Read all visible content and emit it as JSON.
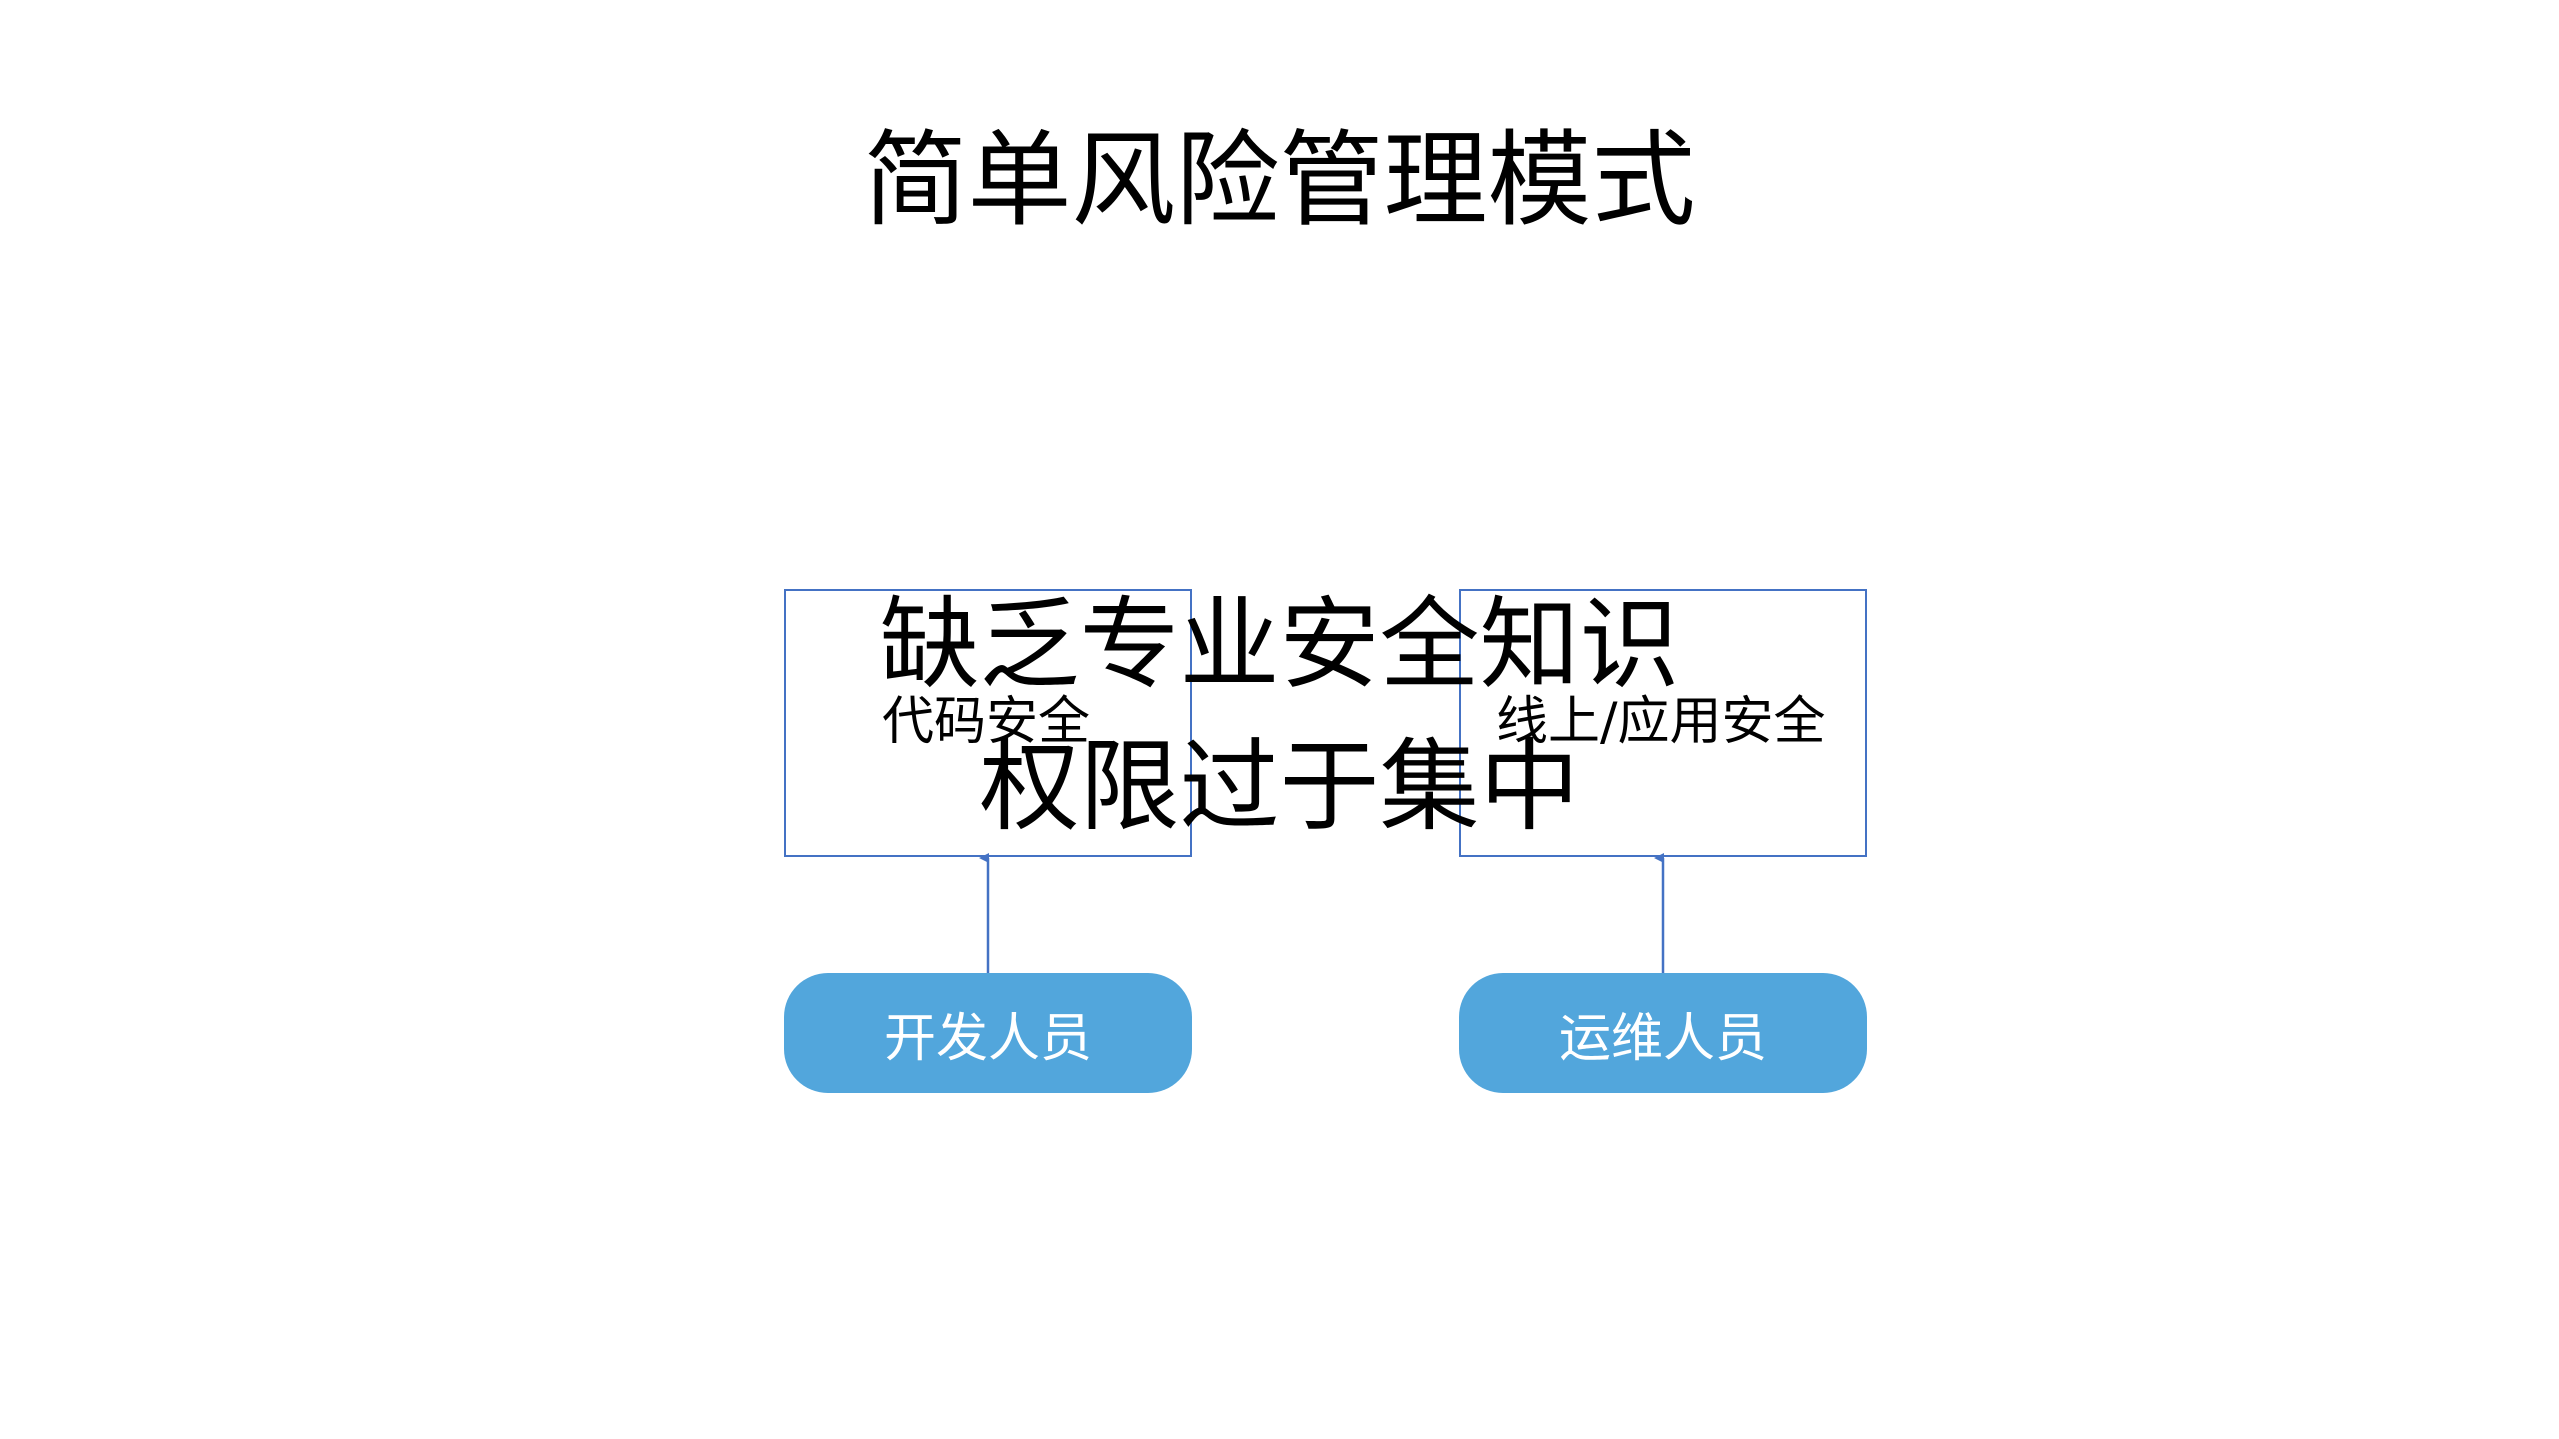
{
  "title": "简单风险管理模式",
  "boxes": [
    {
      "label": "代码安全"
    },
    {
      "label": "线上/应用安全"
    }
  ],
  "actors": [
    {
      "label": "开发人员"
    },
    {
      "label": "运维人员"
    }
  ],
  "overlay_text": {
    "line1": "缺乏专业安全知识",
    "line2": "权限过于集中"
  },
  "colors": {
    "box_border": "#4472c4",
    "actor_fill": "#52a6dc",
    "arrow": "#4472c4"
  }
}
